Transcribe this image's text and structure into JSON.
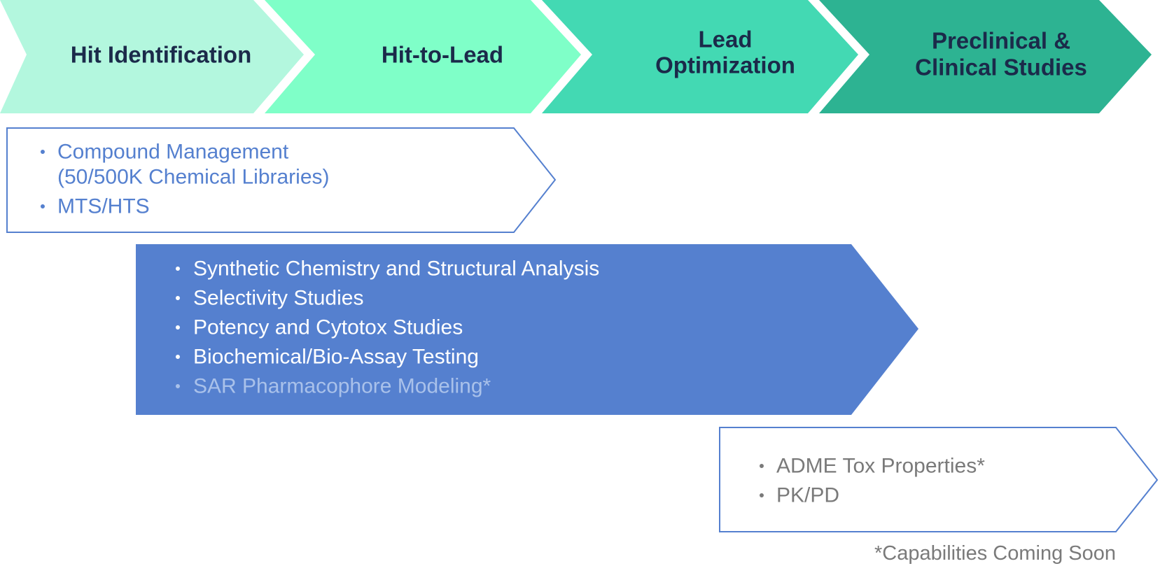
{
  "stages": [
    {
      "id": "hit-identification",
      "lines": [
        "Hit Identification"
      ],
      "fill": "#b3f7de"
    },
    {
      "id": "hit-to-lead",
      "lines": [
        "Hit-to-Lead"
      ],
      "fill": "#7fffc8"
    },
    {
      "id": "lead-optimization",
      "lines": [
        "Lead",
        "Optimization"
      ],
      "fill": "#43d9b3"
    },
    {
      "id": "preclinical-clinical",
      "lines": [
        "Preclinical &",
        "Clinical Studies"
      ],
      "fill": "#2db392"
    }
  ],
  "capability_groups": [
    {
      "id": "hit-identification-capabilities",
      "style": "outline",
      "items": [
        {
          "lines": [
            "Compound Management",
            "(50/500K Chemical Libraries)"
          ],
          "status": "available"
        },
        {
          "lines": [
            "MTS/HTS"
          ],
          "status": "available"
        }
      ]
    },
    {
      "id": "hit-to-lead-capabilities",
      "style": "filled",
      "items": [
        {
          "lines": [
            "Synthetic Chemistry and Structural Analysis"
          ],
          "status": "available"
        },
        {
          "lines": [
            "Selectivity Studies"
          ],
          "status": "available"
        },
        {
          "lines": [
            "Potency and Cytotox Studies"
          ],
          "status": "available"
        },
        {
          "lines": [
            "Biochemical/Bio-Assay Testing"
          ],
          "status": "available"
        },
        {
          "lines": [
            "SAR Pharmacophore Modeling*"
          ],
          "status": "coming-soon"
        }
      ]
    },
    {
      "id": "preclinical-capabilities",
      "style": "outline-gray",
      "items": [
        {
          "lines": [
            "ADME Tox Properties*"
          ],
          "status": "coming-soon"
        },
        {
          "lines": [
            "PK/PD"
          ],
          "status": "coming-soon"
        }
      ]
    }
  ],
  "footnote": "*Capabilities Coming Soon",
  "colors": {
    "stage_text": "#1b2a4a",
    "outline_blue": "#5580cf",
    "outline_blue_text": "#5580cf",
    "filled_blue": "#5580cf",
    "filled_text": "#ffffff",
    "filled_muted_text": "#a9c1ea",
    "gray_text": "#7a7a7a",
    "footnote_text": "#7a7a7a"
  }
}
